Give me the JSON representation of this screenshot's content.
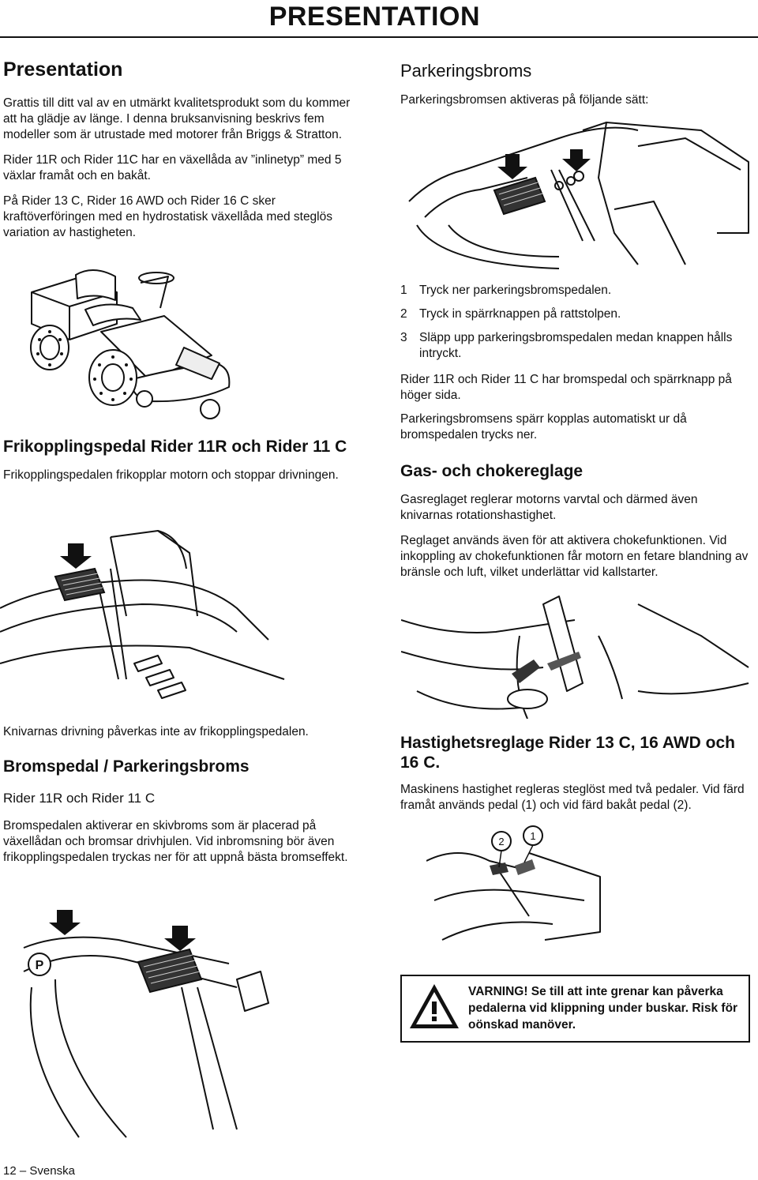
{
  "header": {
    "title": "PRESENTATION"
  },
  "presentation": {
    "heading": "Presentation",
    "p1": "Grattis till ditt val av en utmärkt kvalitetsprodukt som du kommer att ha glädje av länge. I denna bruksanvisning beskrivs fem modeller som är utrustade med motorer från Briggs & Stratton.",
    "p2": "Rider 11R och Rider 11C har en växellåda av ”inlinetyp” med 5 växlar framåt och en bakåt.",
    "p3": "På Rider 13 C, Rider 16 AWD och Rider 16 C sker kraftöverföringen med en hydrostatisk växellåda med steglös variation av hastigheten."
  },
  "clutch": {
    "heading": "Frikopplingspedal Rider 11R och Rider 11 C",
    "p1": "Frikopplingspedalen frikopplar motorn och stoppar drivningen.",
    "note": "Knivarnas drivning påverkas inte av frikopplingspedalen."
  },
  "brake": {
    "heading": "Bromspedal / Parkeringsbroms",
    "subheading": "Rider 11R och Rider 11 C",
    "p1": "Bromspedalen aktiverar en skivbroms som är placerad på växellådan och bromsar drivhjulen. Vid inbromsning bör även frikopplingspedalen tryckas ner för att uppnå bästa bromseffekt."
  },
  "parking": {
    "heading": "Parkeringsbroms",
    "intro": "Parkeringsbromsen aktiveras på följande sätt:",
    "steps": [
      {
        "num": "1",
        "text": "Tryck ner parkeringsbromspedalen."
      },
      {
        "num": "2",
        "text": "Tryck in spärrknappen på rattstolpen."
      },
      {
        "num": "3",
        "text": "Släpp upp parkeringsbromspedalen medan knappen hålls intryckt."
      }
    ],
    "p1": "Rider 11R och Rider 11 C har bromspedal och spärrknapp på höger sida.",
    "p2": "Parkeringsbromsens spärr kopplas automatiskt ur då bromspedalen trycks ner."
  },
  "throttle": {
    "heading": "Gas- och chokereglage",
    "p1": "Gasreglaget reglerar motorns varvtal och därmed även knivarnas rotationshastighet.",
    "p2": "Reglaget används även för att aktivera chokefunktionen. Vid inkoppling av chokefunktionen får motorn en fetare blandning av bränsle och luft, vilket underlättar vid kallstarter."
  },
  "speed": {
    "heading": "Hastighetsreglage Rider 13 C, 16 AWD och 16 C.",
    "p1": "Maskinens hastighet regleras steglöst med två pedaler. Vid färd framåt används pedal (1) och vid färd bakåt pedal (2).",
    "label_left": "2",
    "label_right": "1"
  },
  "brake_figure": {
    "p_label": "P"
  },
  "warning": {
    "icon": "warning-triangle-icon",
    "text": "VARNING! Se till att inte grenar kan påverka pedalerna vid klippning under buskar. Risk för oönskad manöver."
  },
  "footer": {
    "page": "12",
    "dash": "–",
    "language": "Svenska"
  }
}
